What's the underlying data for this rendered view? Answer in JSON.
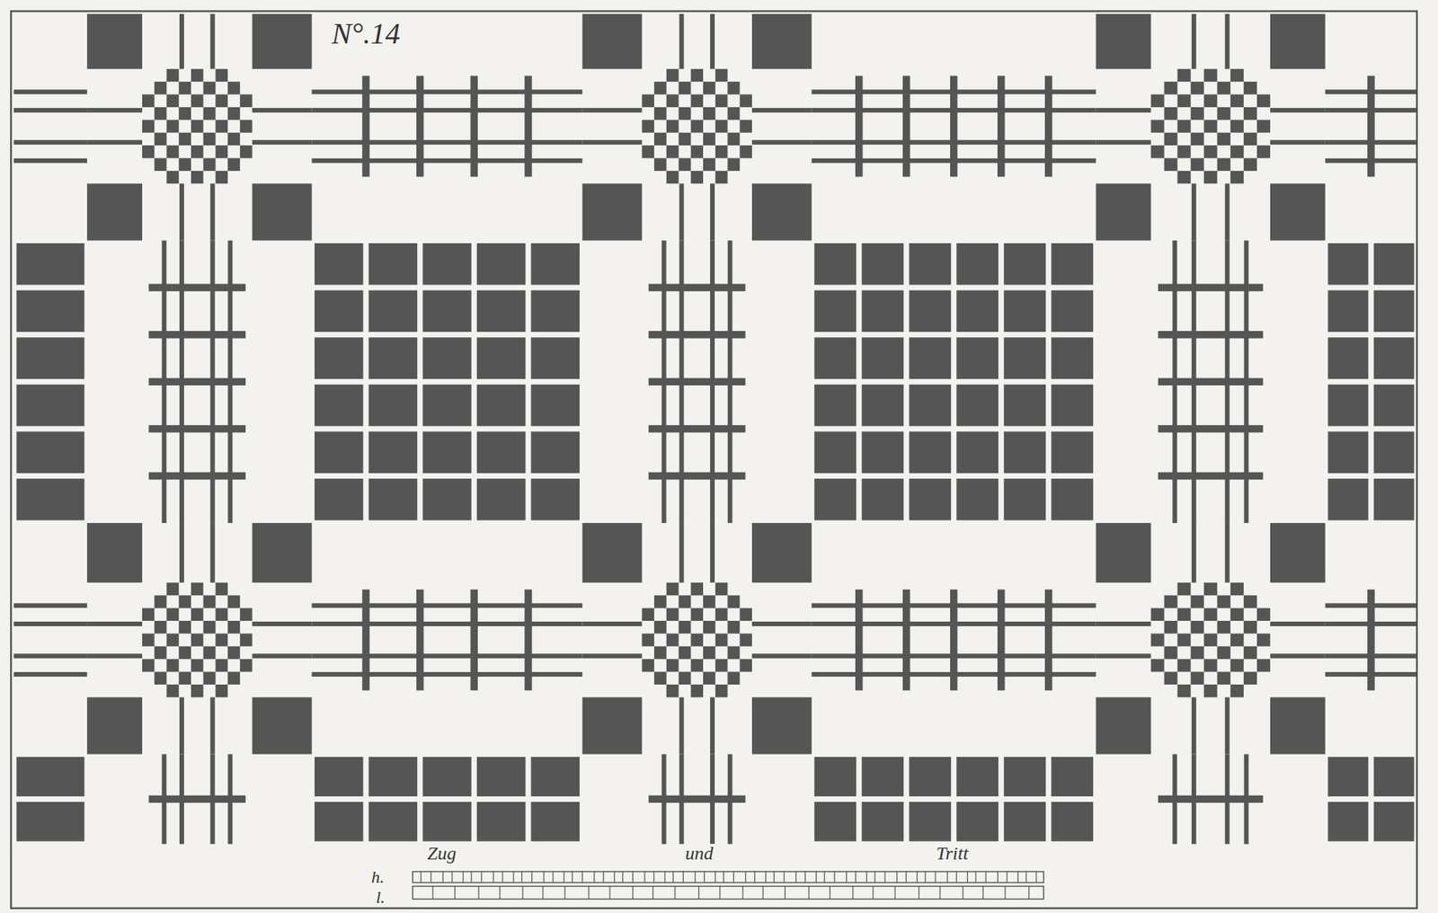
{
  "diagram": {
    "title": "N°.14",
    "labels": [
      "Zug",
      "und",
      "Tritt",
      "h.",
      "l."
    ]
  }
}
